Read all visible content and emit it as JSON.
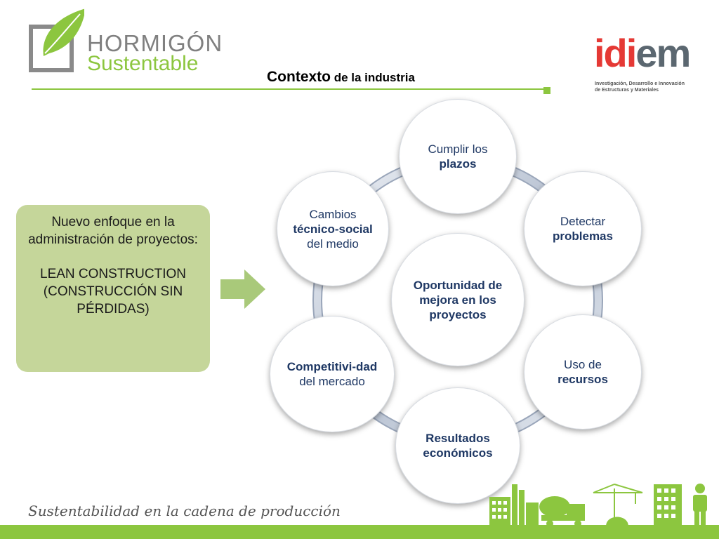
{
  "header": {
    "logo_line1": "HORMIGÓN",
    "logo_line2": "Sustentable",
    "title_bold": "Contexto",
    "title_rest": " de la industria",
    "partner_logo": "idiem",
    "partner_subtitle_1": "Investigación, Desarrollo e Innovación",
    "partner_subtitle_2": "de Estructuras y Materiales"
  },
  "left_panel": {
    "line1": "Nuevo enfoque en la administración de proyectos:",
    "line2": "LEAN CONSTRUCTION (CONSTRUCCIÓN SIN PÉRDIDAS)"
  },
  "diagram": {
    "center": "Oportunidad de mejora en los proyectos",
    "nodes": [
      {
        "pre": "Cumplir los",
        "bold": "plazos",
        "post": ""
      },
      {
        "pre": "Detectar",
        "bold": "problemas",
        "post": ""
      },
      {
        "pre": "Uso de",
        "bold": "recursos",
        "post": ""
      },
      {
        "pre": "",
        "bold": "Resultados económicos",
        "post": ""
      },
      {
        "pre": "",
        "bold": "Competitivi-dad",
        "post": "del mercado"
      },
      {
        "pre": "Cambios",
        "bold": "técnico-social",
        "post": "del medio"
      }
    ]
  },
  "footer": {
    "tagline": "Sustentabilidad en la cadena de producción"
  },
  "colors": {
    "brand_green": "#8cc63f",
    "box_green": "#c5d69a",
    "text_navy": "#1f3864",
    "logo_gray": "#808080",
    "idiem_red": "#e53935"
  }
}
